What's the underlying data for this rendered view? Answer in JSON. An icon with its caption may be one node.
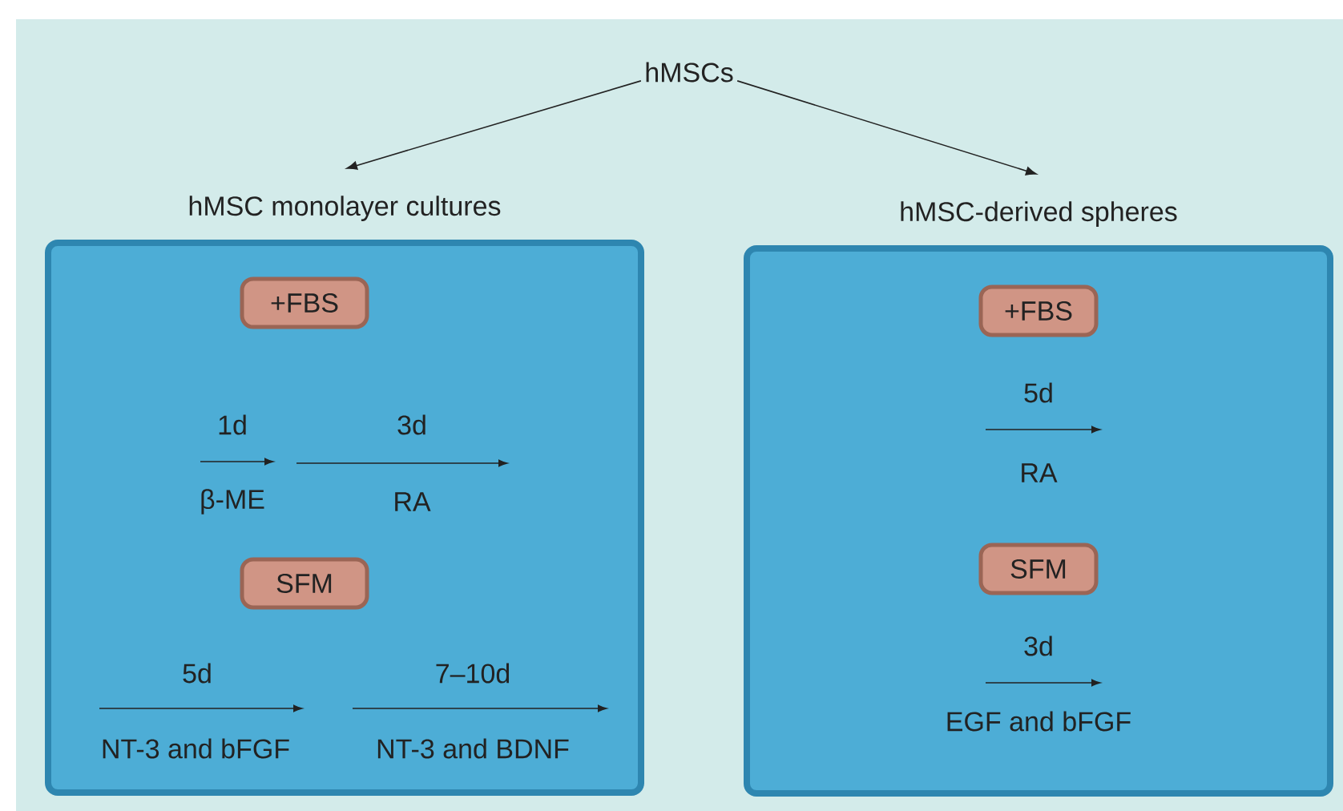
{
  "diagram": {
    "nodes": [
      {
        "text": [
          "hMSCs"
        ]
      },
      {
        "text": [
          "hMSC monolayer cultures"
        ]
      },
      {
        "text": [
          "hMSC-derived spheres"
        ]
      },
      {
        "text": [
          "+FBS"
        ],
        "in": 1
      },
      {
        "text": [
          "SFM"
        ],
        "in": 1
      },
      {
        "text": [
          "+FBS"
        ],
        "in": 2
      },
      {
        "text": [
          "SFM"
        ],
        "in": 2
      }
    ],
    "edges": [
      {
        "from": 0,
        "to": 1,
        "arrow": "to"
      },
      {
        "from": 0,
        "to": 2,
        "arrow": "to"
      }
    ],
    "labels": [
      "1d",
      "3d",
      "β-ME",
      "RA",
      "5d",
      "7–10d",
      "NT-3 and bFGF",
      "NT-3 and BDNF",
      "5d",
      "RA",
      "3d",
      "EGF and bFGF"
    ]
  }
}
